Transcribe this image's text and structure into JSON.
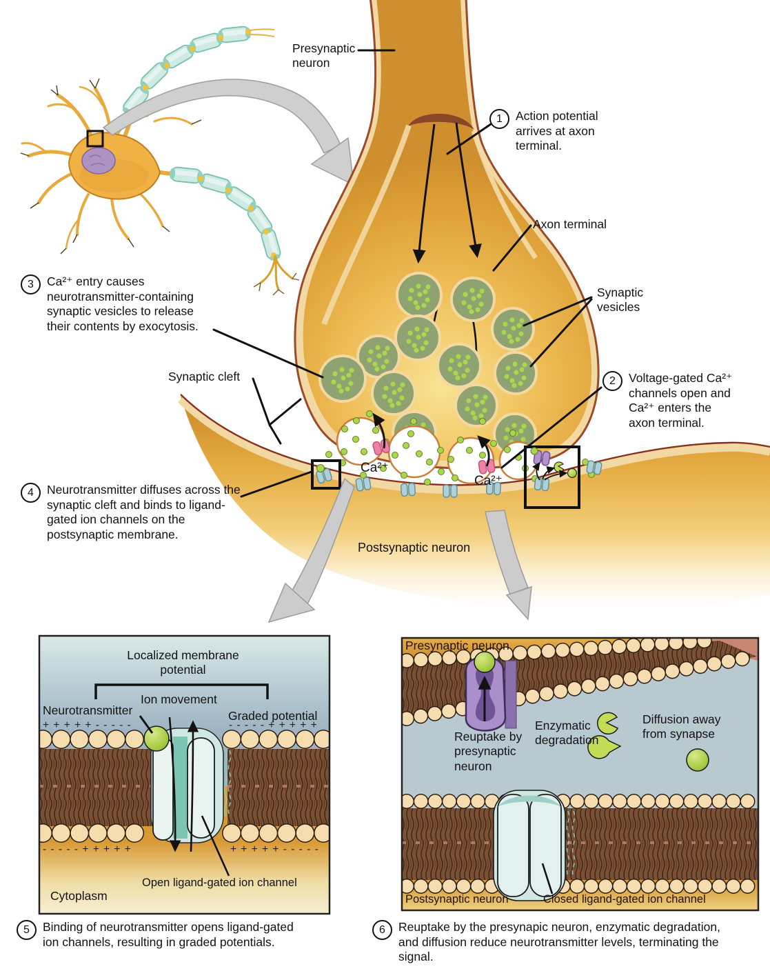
{
  "labels": {
    "presynaptic_neuron": "Presynaptic neuron",
    "axon_terminal": "Axon terminal",
    "synaptic_vesicles": "Synaptic vesicles",
    "synaptic_cleft": "Synaptic cleft",
    "postsynaptic_neuron": "Postsynaptic neuron",
    "calcium_ion": "Ca²⁺"
  },
  "steps": [
    {
      "num": "1",
      "text": "Action potential arrives at axon terminal."
    },
    {
      "num": "2",
      "text": "Voltage-gated Ca²⁺ channels open and Ca²⁺ enters the axon terminal."
    },
    {
      "num": "3",
      "text": "Ca²⁺ entry causes neurotransmitter-containing synaptic vesicles to release their contents by exocytosis."
    },
    {
      "num": "4",
      "text": "Neurotransmitter diffuses across the synaptic cleft and binds to ligand-gated ion channels on the postsynaptic membrane."
    },
    {
      "num": "5",
      "text": "Binding of neurotransmitter opens ligand-gated ion channels, resulting in graded potentials."
    },
    {
      "num": "6",
      "text": "Reuptake by the presynapic neuron, enzymatic degradation, and diffusion reduce neurotransmitter levels, terminating the signal."
    }
  ],
  "inset_left": {
    "localized_membrane_potential": "Localized membrane potential",
    "ion_movement": "Ion movement",
    "neurotransmitter": "Neurotransmitter",
    "graded_potential": "Graded potential",
    "charges_top_left": "+ + + + + - - - - -",
    "charges_top_right": "- - - - - + + + + +",
    "charges_bottom_left": "- - - - - + + + + +",
    "charges_bottom_right": "+ + + + + - - - - -",
    "open_channel": "Open ligand-gated ion channel",
    "cytoplasm": "Cytoplasm"
  },
  "inset_right": {
    "presynaptic_neuron": "Presynaptic neuron",
    "reuptake": "Reuptake by presynaptic neuron",
    "enzymatic_degradation": "Enzymatic degradation",
    "diffusion": "Diffusion away from synapse",
    "postsynaptic_neuron": "Postsynaptic neuron",
    "closed_channel": "Closed ligand-gated ion channel"
  },
  "palette": {
    "vesicle": "#8fa271",
    "neurotransmitter": "#a9d64d",
    "calcium_channel": "#ee82a4",
    "membrane_gold": "#e8ac3e",
    "myelin": "#cfeae3",
    "reuptake_transporter": "#ab8fca",
    "receptor": "#afd0d6"
  }
}
